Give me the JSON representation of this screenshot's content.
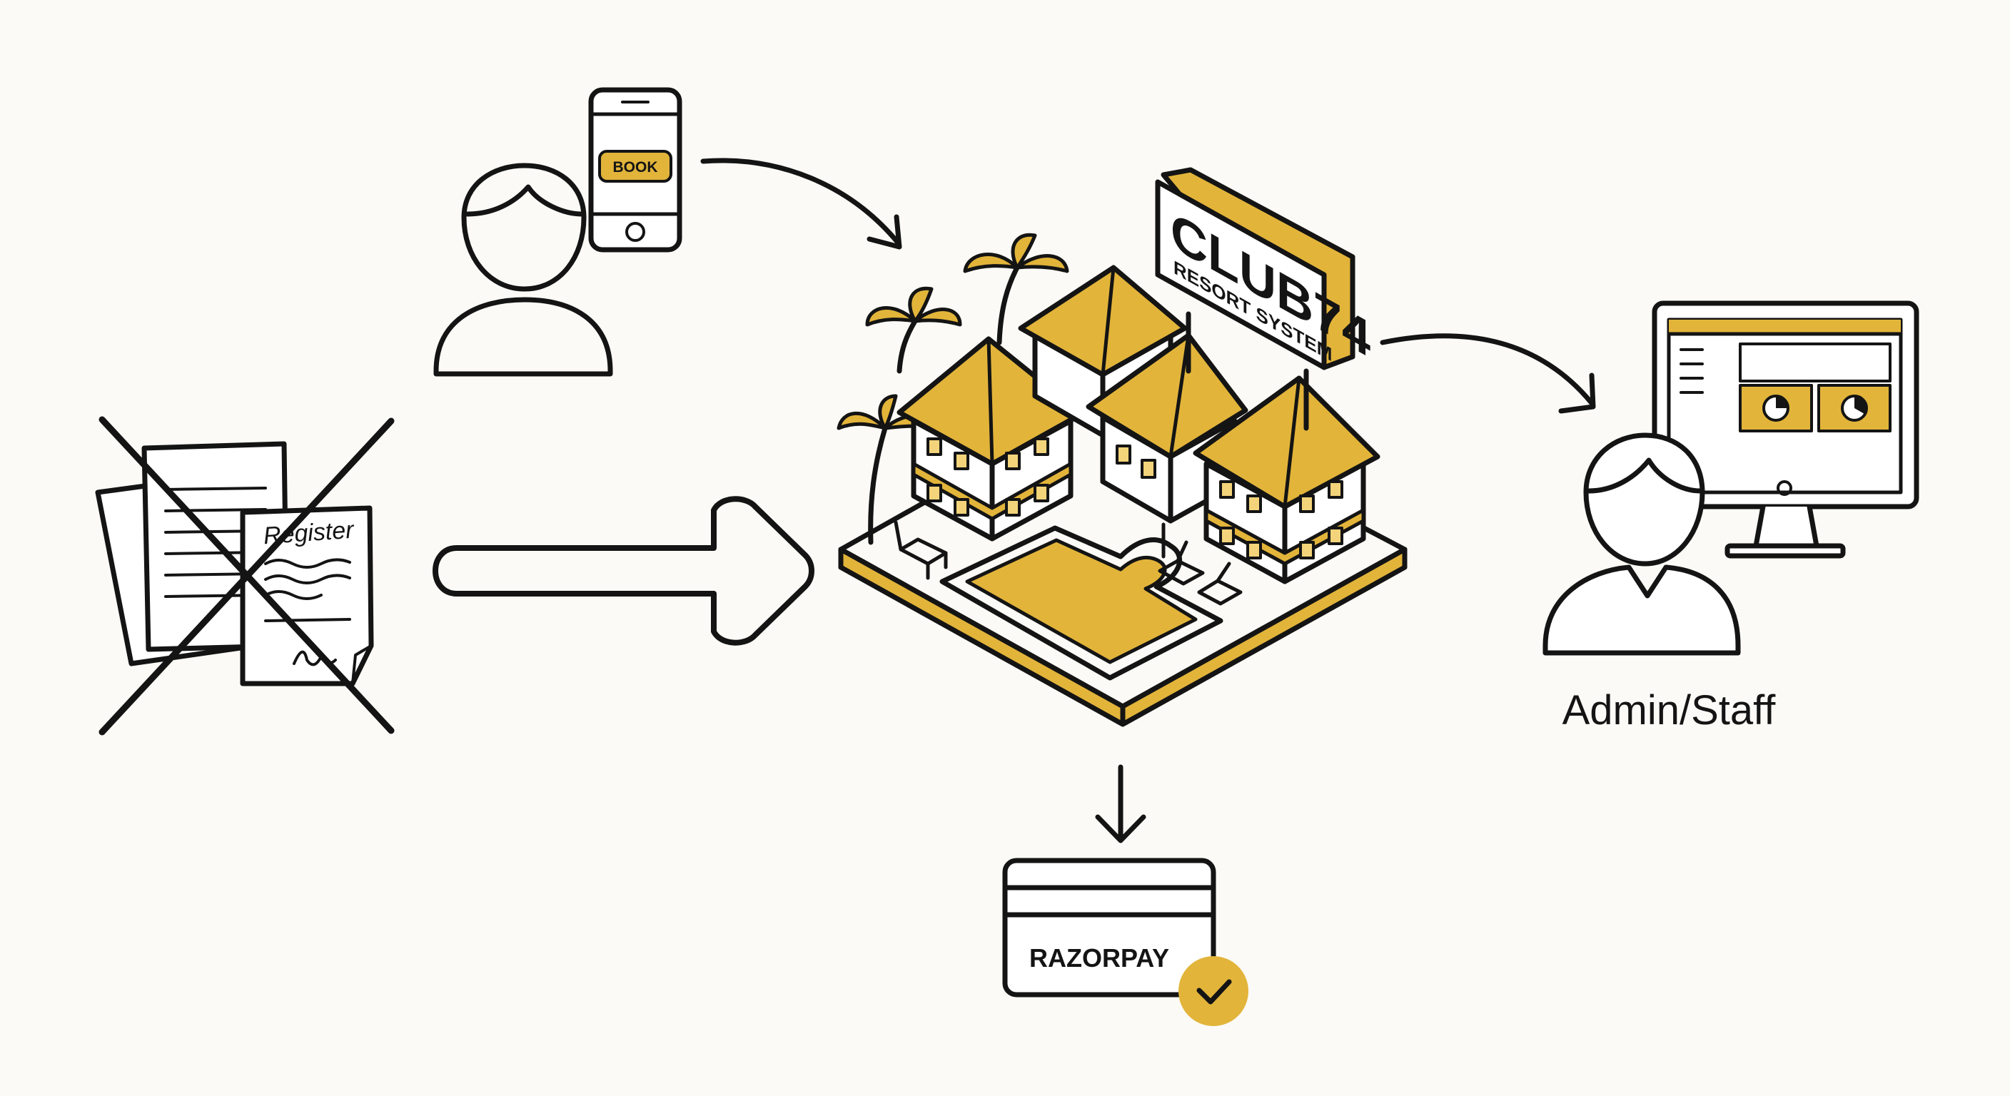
{
  "colors": {
    "background": "#fbfaf6",
    "ink": "#141414",
    "gold": "#e2b43a",
    "light_gold": "#f3d47a",
    "paper": "#ffffff"
  },
  "phone": {
    "book_label": "BOOK"
  },
  "resort_sign": {
    "line1": "CLUB74",
    "line2": "RESORT SYSTEM"
  },
  "register": {
    "title": "Register"
  },
  "admin": {
    "label": "Admin/Staff"
  },
  "payment": {
    "label": "RAZORPAY"
  }
}
